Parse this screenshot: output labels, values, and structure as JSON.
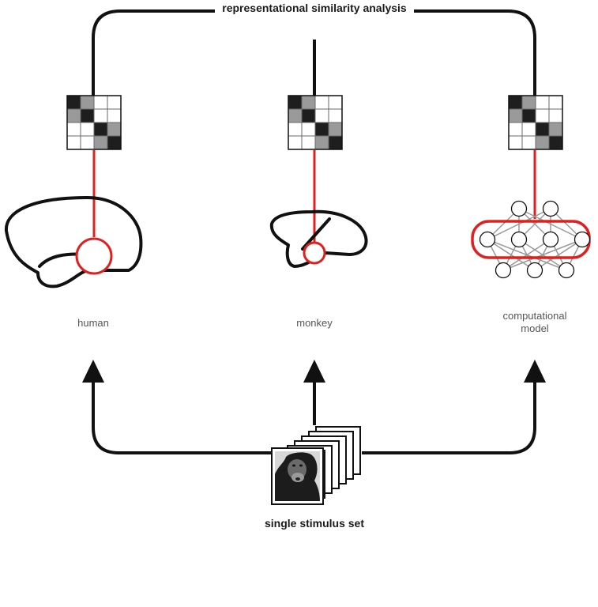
{
  "title": "representational similarity analysis",
  "nodes": {
    "human": {
      "label": "human"
    },
    "monkey": {
      "label": "monkey"
    },
    "model": {
      "label_line1": "computational",
      "label_line2": "model"
    }
  },
  "stimulus": {
    "label": "single stimulus set"
  },
  "matrix_pattern": [
    [
      "#1e1e1e",
      "#9a9a9a",
      "#ffffff",
      "#ffffff"
    ],
    [
      "#9a9a9a",
      "#1e1e1e",
      "#ffffff",
      "#ffffff"
    ],
    [
      "#ffffff",
      "#ffffff",
      "#1e1e1e",
      "#9a9a9a"
    ],
    [
      "#ffffff",
      "#ffffff",
      "#9a9a9a",
      "#1e1e1e"
    ]
  ],
  "colors": {
    "line": "#111111",
    "highlight": "#e0201e",
    "network_edge": "#9a9a9a"
  }
}
